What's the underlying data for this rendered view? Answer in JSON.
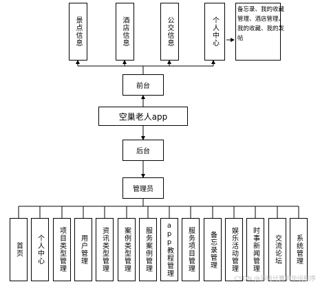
{
  "top_modules": [
    "景点信息",
    "酒店信息",
    "公交信息",
    "个人中心"
  ],
  "side_note": {
    "lines": [
      "备忘录、我的收藏",
      "管理、酒店管理、",
      "我的收藏、我的发",
      "帖"
    ]
  },
  "frontend": "前台",
  "system": "空巢老人app",
  "backend": "后台",
  "admin": "管理员",
  "bottom_modules": [
    "首页",
    "个人中心",
    "项目类型管理",
    "用户管理",
    "资讯类型管理",
    "案例类型管理",
    "服务案例管理",
    "app教程管理",
    "服务项目管理",
    "备忘录管理",
    "娱乐活动管理",
    "时事新闻管理",
    "交流论坛",
    "系统管理"
  ],
  "watermark": "CSDN @源码计算机毕设程序"
}
